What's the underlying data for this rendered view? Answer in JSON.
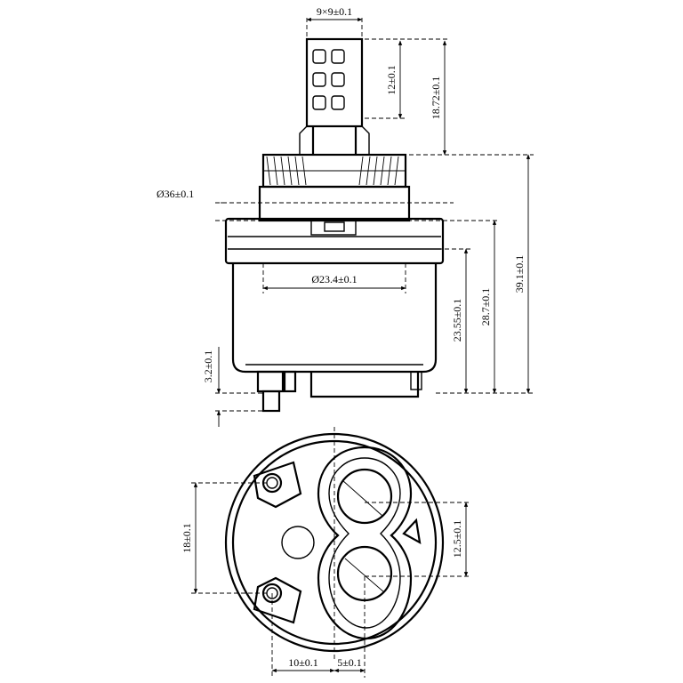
{
  "dimensions": {
    "stem_size": "9×9±0.1",
    "stem_height": "12±0.1",
    "stem_total": "18.72±0.1",
    "body_diameter": "Ø36±0.1",
    "inner_diameter": "Ø23.4±0.1",
    "body_height": "23.55±0.1",
    "mid_height": "28.7±0.1",
    "total_height": "39.1±0.1",
    "pin_height": "3.2±0.1",
    "pin_spacing": "18±0.1",
    "port_spacing": "12.5±0.1",
    "offset_left": "10±0.1",
    "offset_right": "5±0.1"
  }
}
